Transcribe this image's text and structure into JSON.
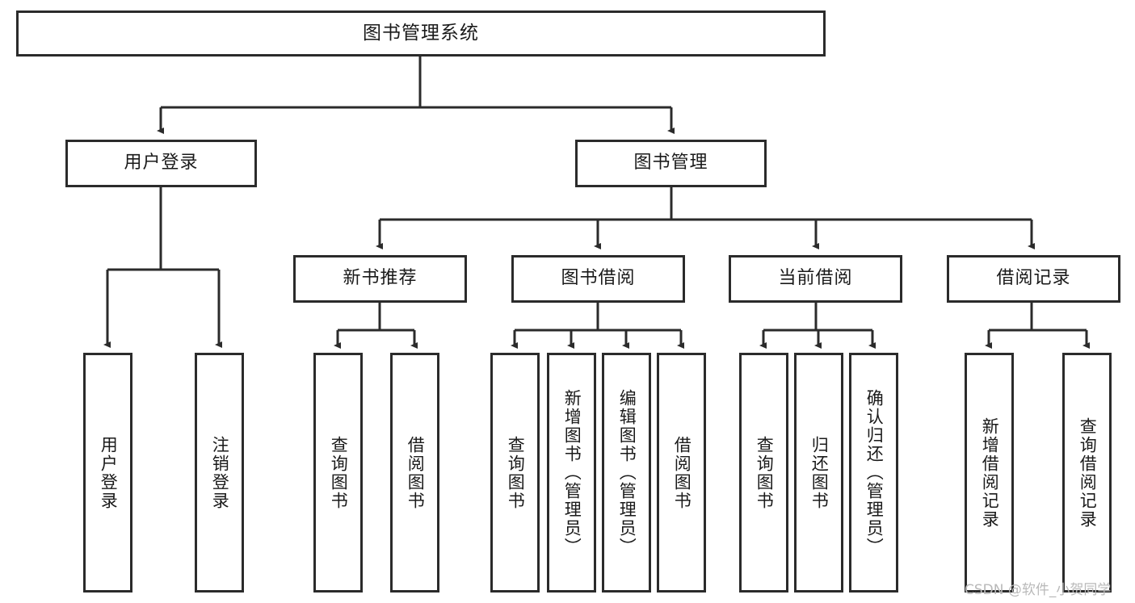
{
  "diagram": {
    "title": "图书管理系统",
    "type": "tree-hierarchy-diagram",
    "colors": {
      "box_border": "#2b2b2b",
      "box_fill": "#ffffff",
      "line": "#2b2b2b",
      "text": "#1a1a1a",
      "watermark": "#b9b9b9",
      "background": "#ffffff"
    }
  },
  "root": {
    "label": "图书管理系统"
  },
  "level1": [
    {
      "label": "用户登录"
    },
    {
      "label": "图书管理"
    }
  ],
  "level2": [
    {
      "label": "新书推荐"
    },
    {
      "label": "图书借阅"
    },
    {
      "label": "当前借阅"
    },
    {
      "label": "借阅记录"
    }
  ],
  "leaves": {
    "user_login": [
      {
        "label": "用户登录"
      },
      {
        "label": "注销登录"
      }
    ],
    "new_book": [
      {
        "label": "查询图书"
      },
      {
        "label": "借阅图书"
      }
    ],
    "book_borrow": [
      {
        "label": "查询图书"
      },
      {
        "label": "新增图书（管理员）"
      },
      {
        "label": "编辑图书（管理员）"
      },
      {
        "label": "借阅图书"
      }
    ],
    "current_borrow": [
      {
        "label": "查询图书"
      },
      {
        "label": "归还图书"
      },
      {
        "label": "确认归还（管理员）"
      }
    ],
    "borrow_record": [
      {
        "label": "新增借阅记录"
      },
      {
        "label": "查询借阅记录"
      }
    ]
  },
  "watermark": {
    "text": "CSDN @软件_小贺同学"
  }
}
